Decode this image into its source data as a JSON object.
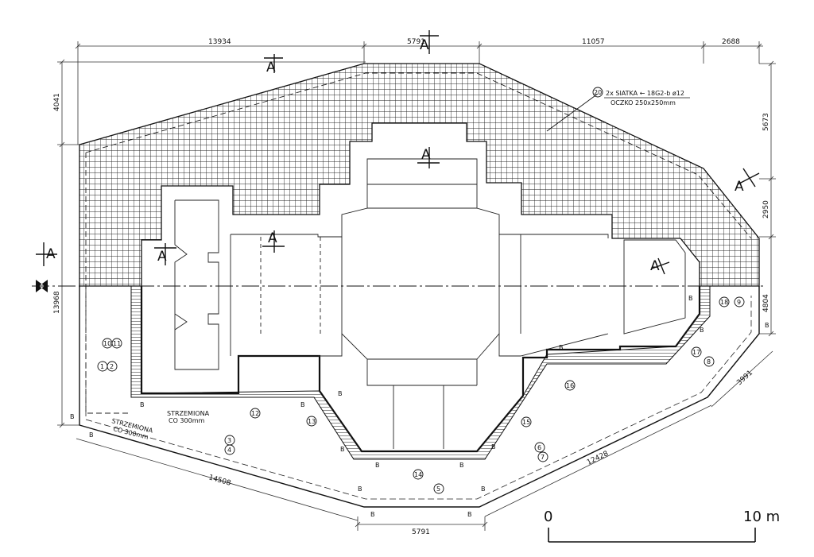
{
  "drawing": {
    "dimensions": {
      "top_1": "13934",
      "top_2": "5791",
      "top_3": "11057",
      "top_4": "2688",
      "left_upper": "4041",
      "left_lower": "13968",
      "right_1": "5673",
      "right_2": "2950",
      "right_3": "4804",
      "bottom_left": "14508",
      "bottom_mid": "5791",
      "bottom_right": "12428",
      "bottom_far_right": "3991"
    },
    "mesh_note": {
      "marker": "20",
      "line1": "2x SIATKA ← 18G2-b ø12",
      "line2": "OCZKO 250x250mm"
    },
    "stirrups_note": {
      "line1": "STRZEMIONA",
      "line2": "CO 300mm"
    },
    "section_mark": "A",
    "b_mark": "B",
    "markers": {
      "m12": "12",
      "m13": "13",
      "m14": "14",
      "m15": "15",
      "m16": "16",
      "m17": "17",
      "m18": "18",
      "m9": "9",
      "m8": "8",
      "m5": "5",
      "m3": "3",
      "m4": "4",
      "m6": "6",
      "m7": "7",
      "m10": "10",
      "m11": "11",
      "m1": "1",
      "m2": "2"
    },
    "scale_bar": {
      "start": "0",
      "end": "10 m"
    }
  }
}
